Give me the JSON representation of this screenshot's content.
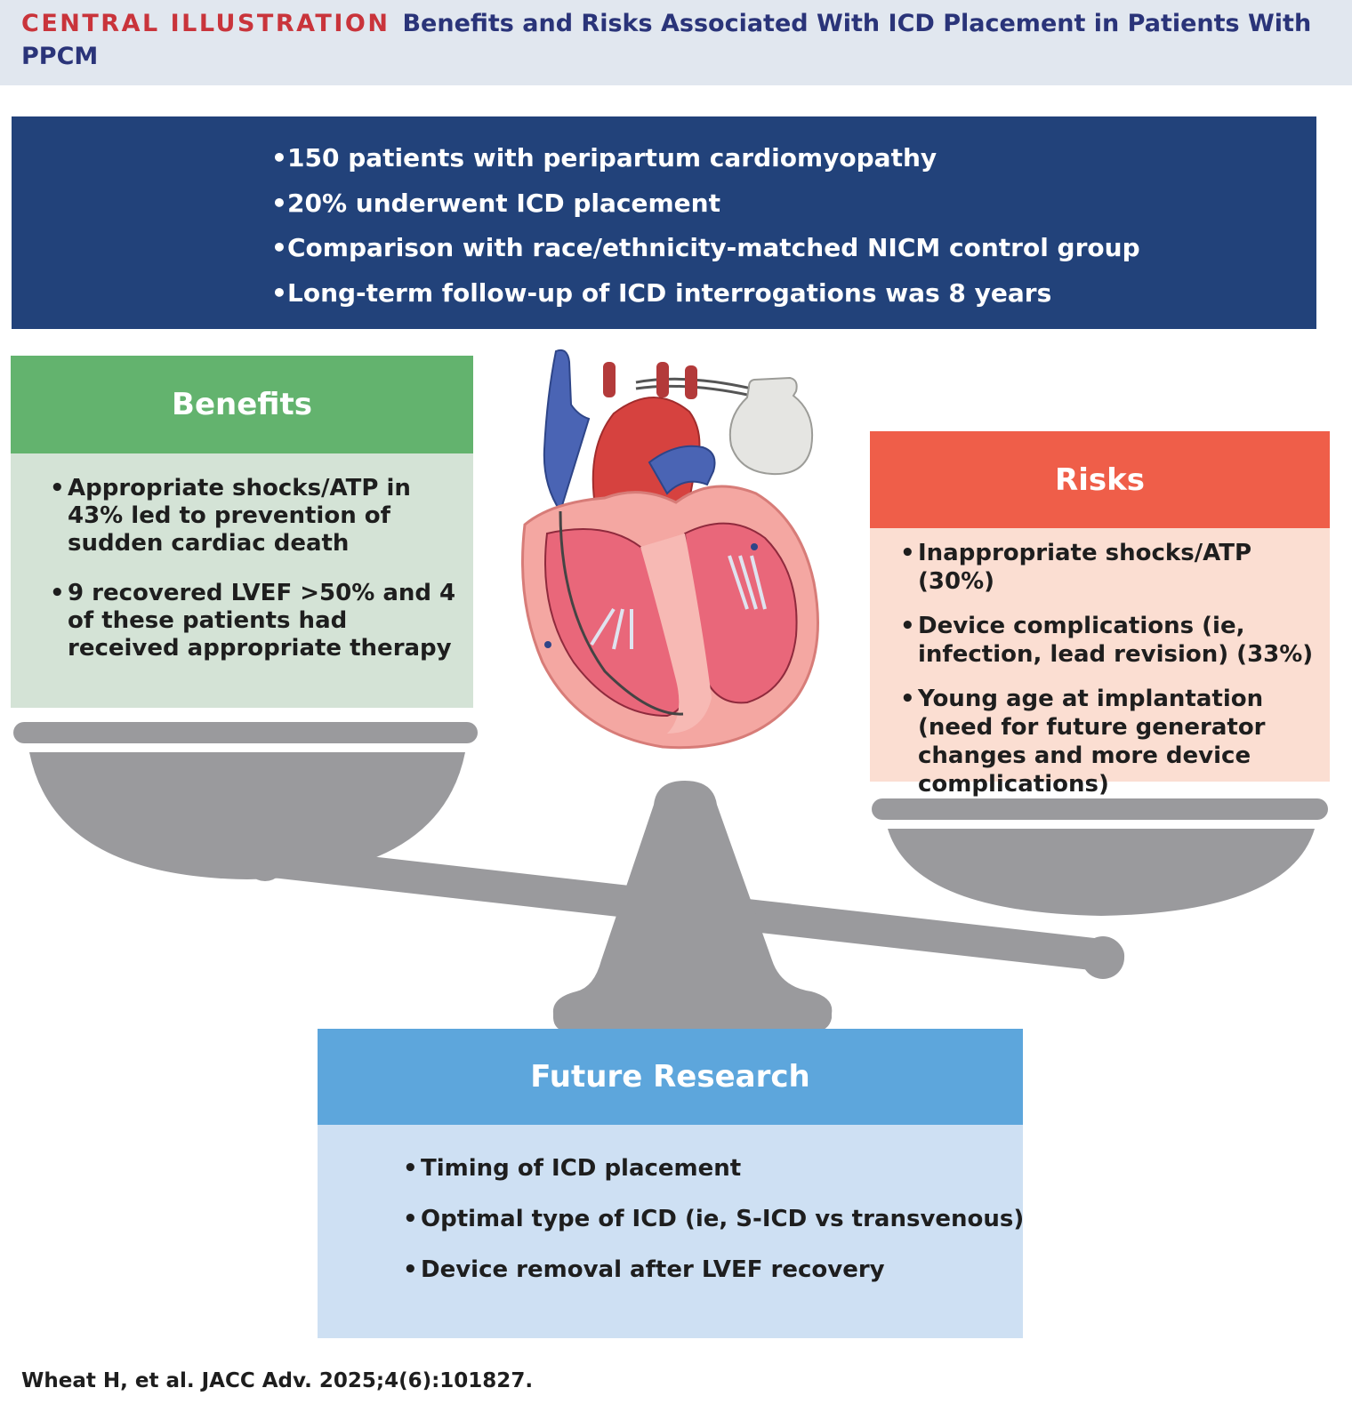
{
  "header": {
    "label": "CENTRAL ILLUSTRATION",
    "title": "Benefits and Risks Associated With ICD Placement in Patients With PPCM"
  },
  "summary": {
    "items": [
      "150 patients with peripartum cardiomyopathy",
      "20% underwent ICD placement",
      "Comparison with race/ethnicity-matched NICM control group",
      "Long-term follow-up of ICD interrogations was 8 years"
    ]
  },
  "benefits": {
    "title": "Benefits",
    "items": [
      "Appropriate shocks/ATP in 43% led to prevention of sudden cardiac death",
      "9 recovered LVEF >50% and 4 of these patients had received appropriate therapy"
    ]
  },
  "risks": {
    "title": "Risks",
    "items": [
      "Inappropriate shocks/ATP (30%)",
      "Device complications (ie, infection, lead revision) (33%)",
      "Young age at implantation (need for future generator changes and more device complications)"
    ]
  },
  "future_research": {
    "title": "Future Research",
    "items": [
      "Timing of ICD placement",
      "Optimal type of ICD (ie, S-ICD vs transvenous)",
      "Device removal after LVEF recovery"
    ]
  },
  "citation": "Wheat H, et al. JACC Adv. 2025;4(6):101827.",
  "colors": {
    "header_bg": "#e1e7ef",
    "header_label": "#c9343b",
    "header_title": "#2a3479",
    "summary_bg": "#22427a",
    "benefits_head": "#63b36e",
    "benefits_body": "#d4e3d6",
    "risks_head": "#ef5e49",
    "risks_body": "#fbded2",
    "future_head": "#5da6dc",
    "future_body": "#cee0f3",
    "scale_gray": "#9a9a9d"
  },
  "illustrations": {
    "heart": "heart-with-icd-illustration",
    "scale": "balance-scale-illustration"
  }
}
